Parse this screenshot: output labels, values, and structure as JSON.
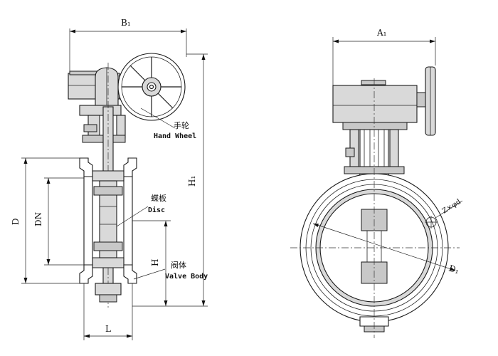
{
  "labels": {
    "b1": "B₁",
    "a1": "A₁",
    "h1": "H₁",
    "d": "D",
    "dn": "DN",
    "h": "H",
    "l": "L",
    "d1": "D₁",
    "bolt": "Z×φd",
    "handwheel_cn": "手轮",
    "handwheel_en": "Hand Wheel",
    "disc_cn": "蝶板",
    "disc_en": "Disc",
    "body_cn": "阀体",
    "body_en": "Valve Body"
  }
}
